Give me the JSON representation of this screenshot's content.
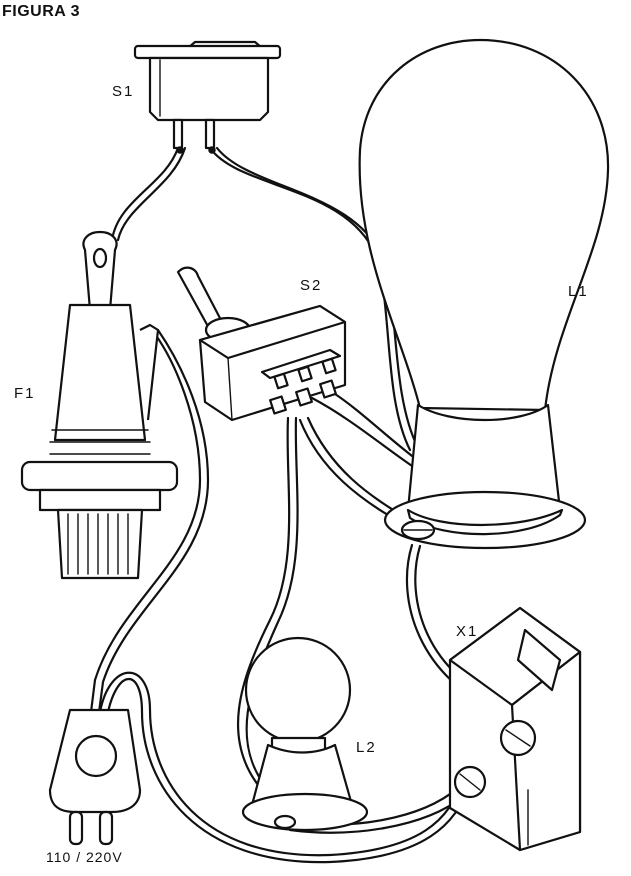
{
  "figure": {
    "title": "FIGURA 3"
  },
  "labels": {
    "s1": "S1",
    "s2": "S2",
    "l1": "L1",
    "l2": "L2",
    "f1": "F1",
    "x1": "X1",
    "plug": "110 / 220V"
  },
  "colors": {
    "ink": "#111111",
    "paper": "#ffffff"
  }
}
